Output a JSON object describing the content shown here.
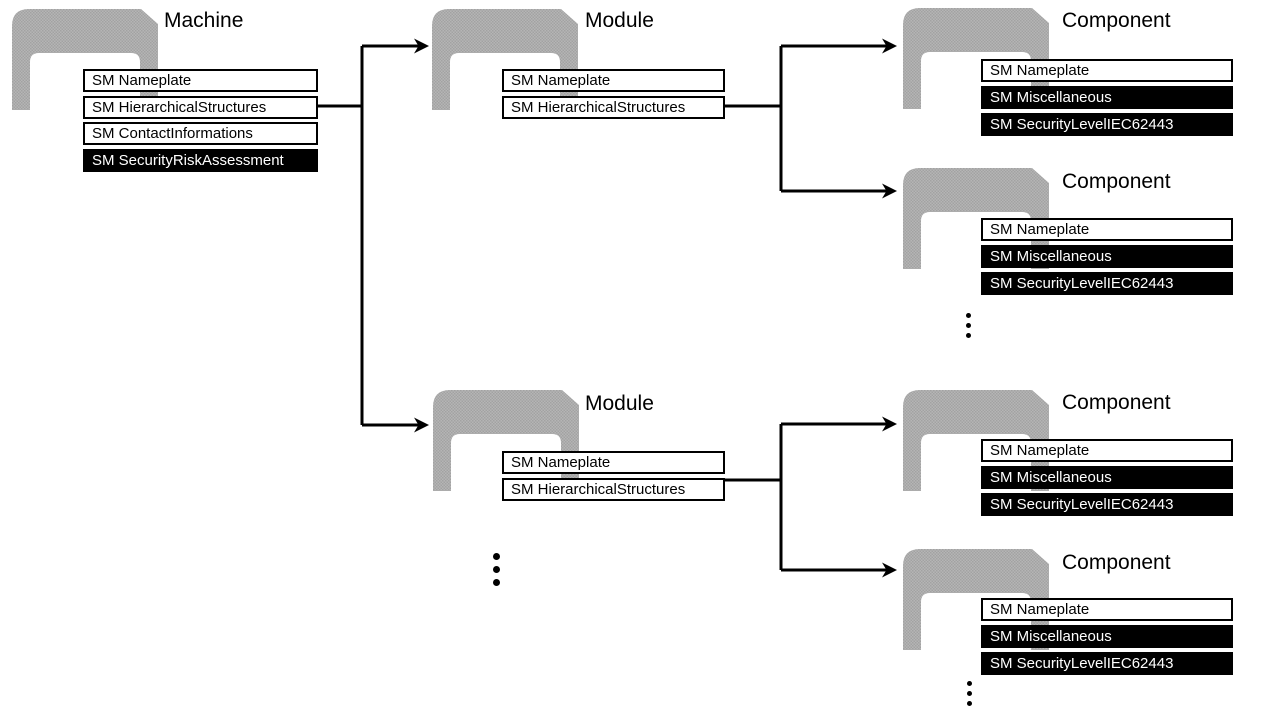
{
  "diagram": {
    "ellipsis_char": "⋮",
    "colors": {
      "shell_gray": "#ABABAB",
      "box_fill_light": "#FFFFFF",
      "box_fill_dark": "#000000",
      "line": "#000000"
    },
    "nodes": [
      {
        "id": "machine",
        "label": "Machine",
        "submodels": [
          {
            "text": "SM Nameplate",
            "variant": "white"
          },
          {
            "text": "SM HierarchicalStructures",
            "variant": "white"
          },
          {
            "text": "SM ContactInformations",
            "variant": "white"
          },
          {
            "text": "SM SecurityRiskAssessment",
            "variant": "black"
          }
        ]
      },
      {
        "id": "module-top",
        "label": "Module",
        "submodels": [
          {
            "text": "SM Nameplate",
            "variant": "white"
          },
          {
            "text": "SM HierarchicalStructures",
            "variant": "white"
          }
        ]
      },
      {
        "id": "module-bottom",
        "label": "Module",
        "more_below": "⋮",
        "submodels": [
          {
            "text": "SM Nameplate",
            "variant": "white"
          },
          {
            "text": "SM HierarchicalStructures",
            "variant": "white"
          }
        ]
      },
      {
        "id": "component-1",
        "label": "Component",
        "submodels": [
          {
            "text": "SM Nameplate",
            "variant": "white"
          },
          {
            "text": "SM Miscellaneous",
            "variant": "black"
          },
          {
            "text": "SM SecurityLevelIEC62443",
            "variant": "black"
          }
        ]
      },
      {
        "id": "component-2",
        "label": "Component",
        "more_below": "⋮",
        "submodels": [
          {
            "text": "SM Nameplate",
            "variant": "white"
          },
          {
            "text": "SM Miscellaneous",
            "variant": "black"
          },
          {
            "text": "SM SecurityLevelIEC62443",
            "variant": "black"
          }
        ]
      },
      {
        "id": "component-3",
        "label": "Component",
        "submodels": [
          {
            "text": "SM Nameplate",
            "variant": "white"
          },
          {
            "text": "SM Miscellaneous",
            "variant": "black"
          },
          {
            "text": "SM SecurityLevelIEC62443",
            "variant": "black"
          }
        ]
      },
      {
        "id": "component-4",
        "label": "Component",
        "more_below": "⋮",
        "submodels": [
          {
            "text": "SM Nameplate",
            "variant": "white"
          },
          {
            "text": "SM Miscellaneous",
            "variant": "black"
          },
          {
            "text": "SM SecurityLevelIEC62443",
            "variant": "black"
          }
        ]
      }
    ]
  }
}
